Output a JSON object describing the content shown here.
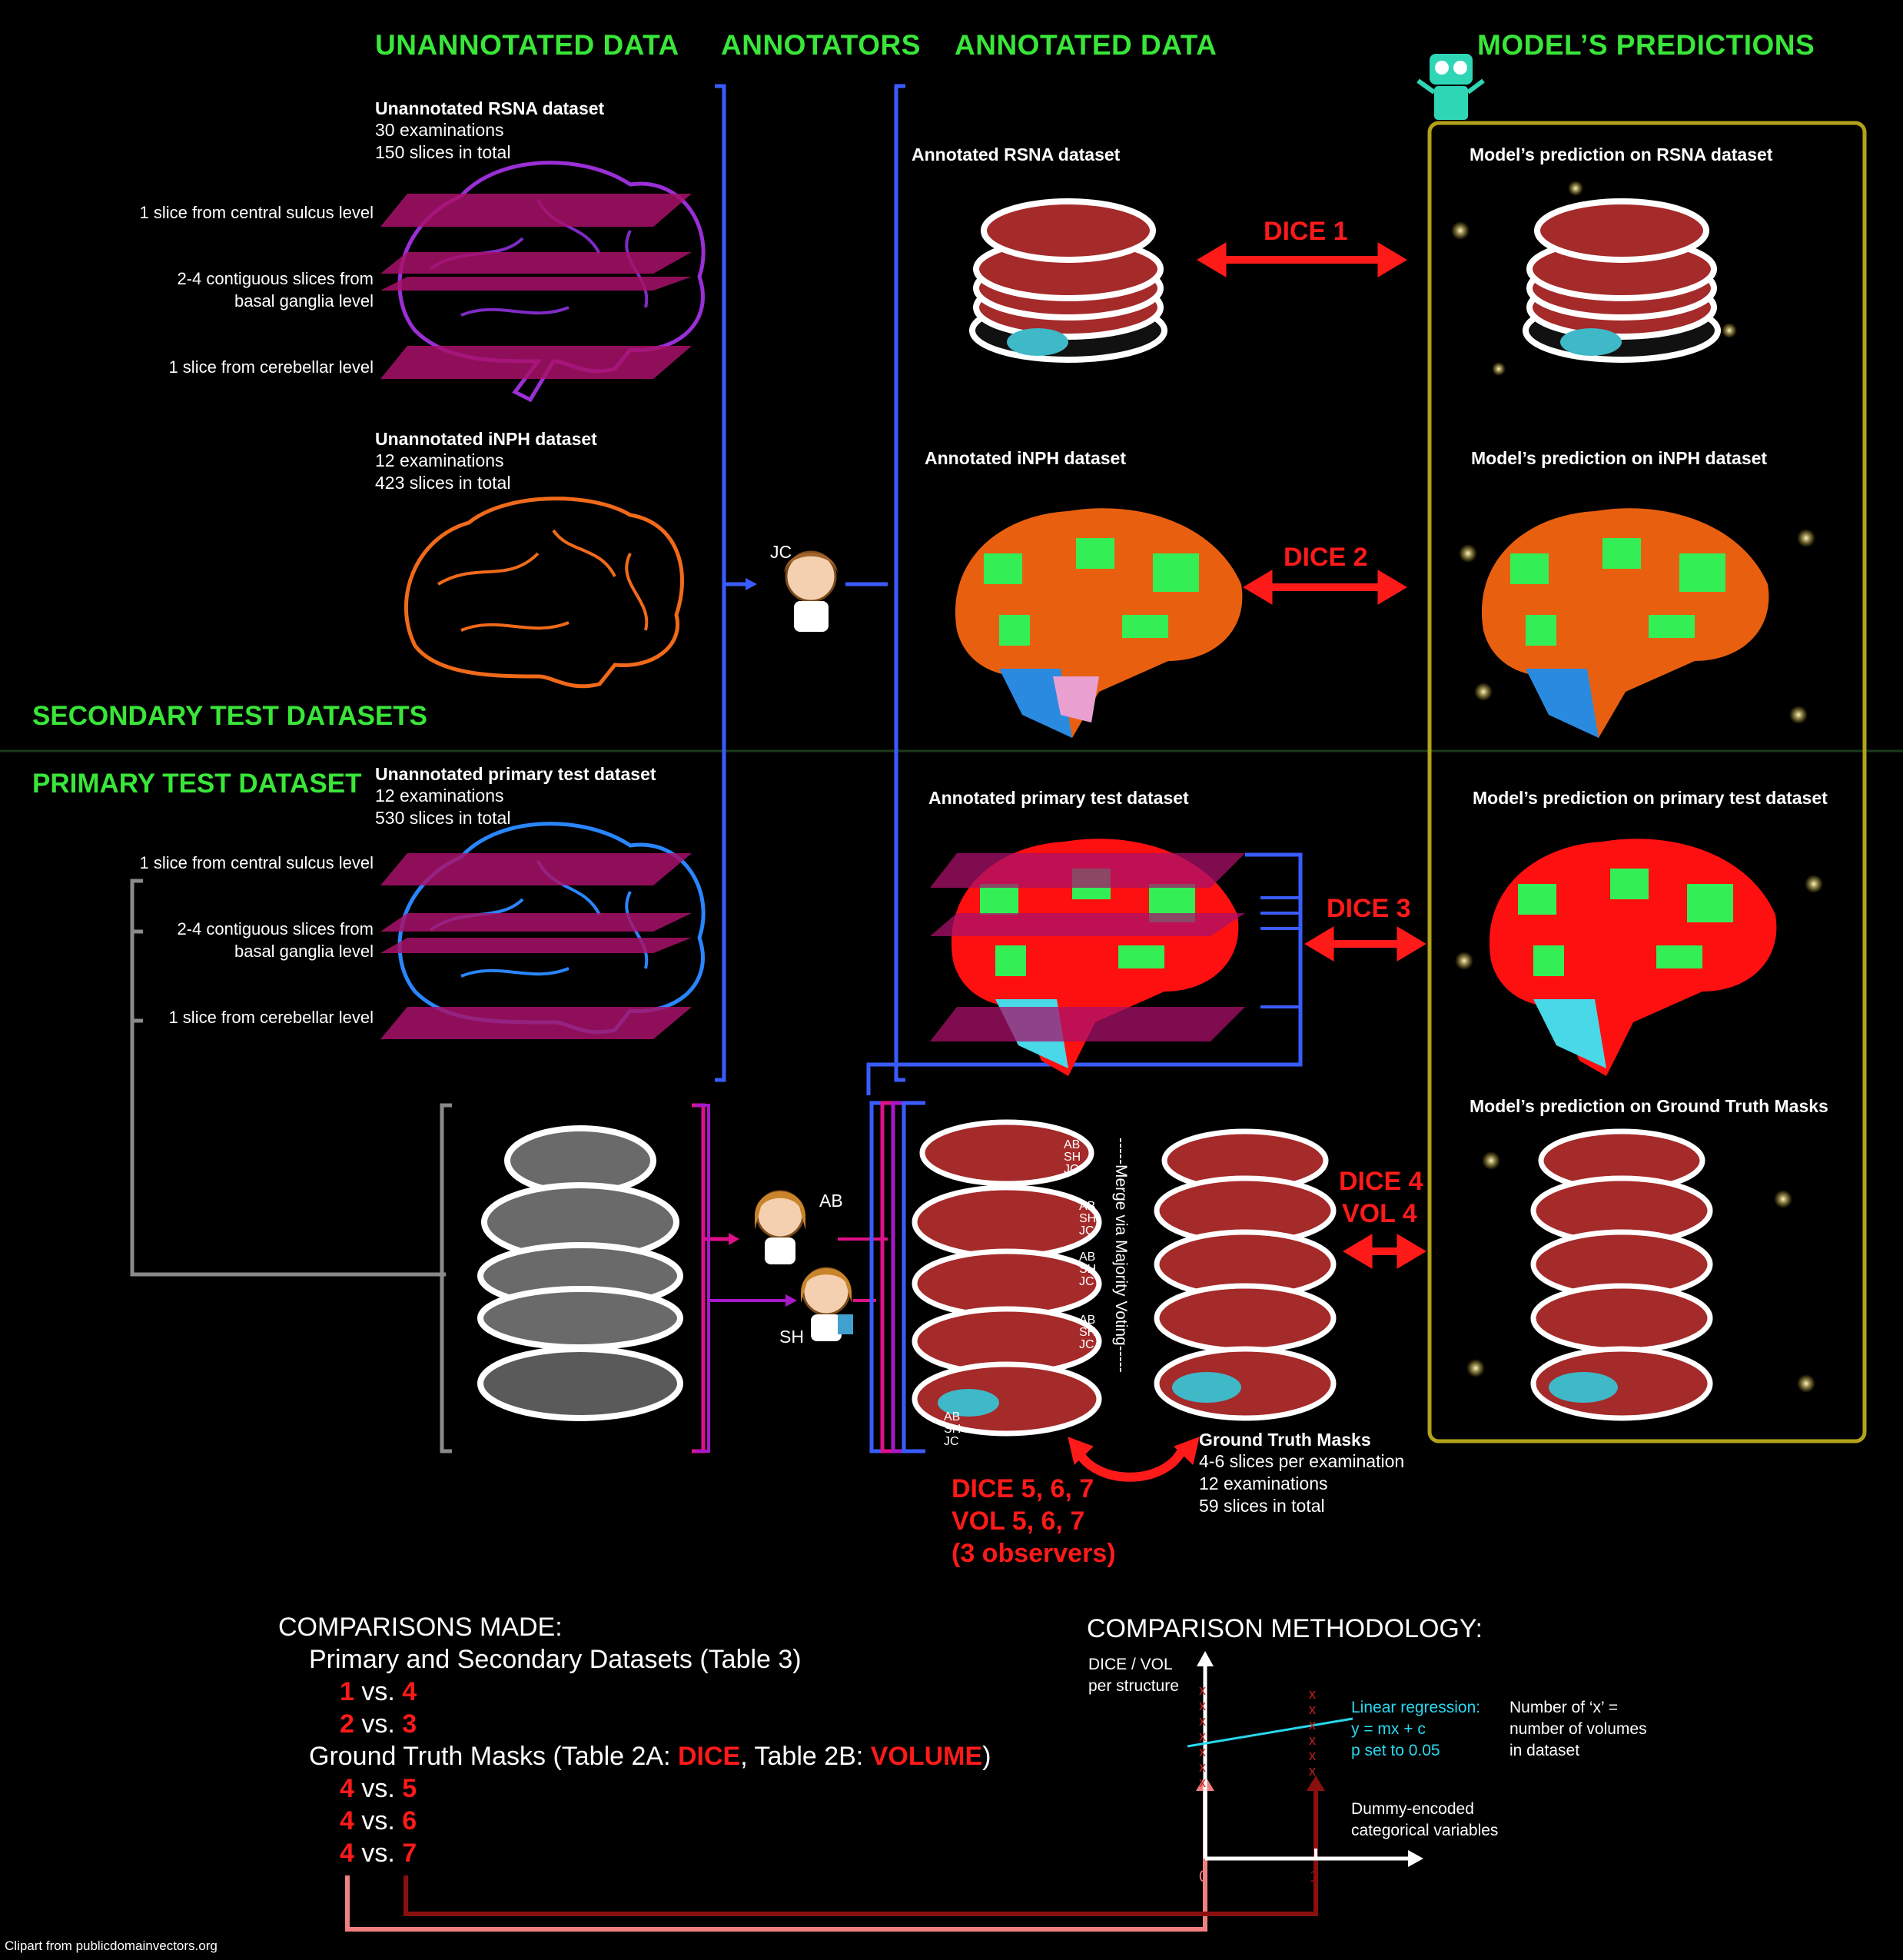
{
  "headers": {
    "unannotated": "UNANNOTATED DATA",
    "annotators": "ANNOTATORS",
    "annotated": "ANNOTATED DATA",
    "predictions": "MODEL’S PREDICTIONS"
  },
  "sections": {
    "secondary": "SECONDARY TEST DATASETS",
    "primary": "PRIMARY TEST DATASET"
  },
  "unannotated_rsna": {
    "title": "Unannotated RSNA dataset",
    "line1": "30 examinations",
    "line2": "150 slices in total",
    "slice1": "1 slice from central sulcus level",
    "slice2a": "2-4 contiguous slices from",
    "slice2b": "basal ganglia level",
    "slice3": "1 slice from cerebellar level"
  },
  "unannotated_inph": {
    "title": "Unannotated iNPH dataset",
    "line1": "12 examinations",
    "line2": "423 slices in total"
  },
  "unannotated_primary": {
    "title": "Unannotated primary test dataset",
    "line1": "12 examinations",
    "line2": "530 slices in total",
    "slice1": "1 slice from central sulcus level",
    "slice2a": "2-4 contiguous slices from",
    "slice2b": "basal ganglia level",
    "slice3": "1 slice from cerebellar level"
  },
  "annotators": {
    "jc": "JC",
    "ab": "AB",
    "sh": "SH"
  },
  "annotated": {
    "rsna": "Annotated RSNA dataset",
    "inph": "Annotated iNPH dataset",
    "primary": "Annotated primary test dataset",
    "merge": "-----Merge via Majority Voting-----",
    "stack_labels": [
      "AB",
      "SH",
      "JC"
    ]
  },
  "predictions": {
    "rsna": "Model’s prediction on RSNA dataset",
    "inph": "Model’s prediction on iNPH dataset",
    "primary": "Model’s prediction on primary test dataset",
    "gt": "Model’s prediction on Ground Truth Masks"
  },
  "dice": {
    "d1": "DICE 1",
    "d2": "DICE 2",
    "d3": "DICE 3",
    "d4": "DICE 4",
    "v4": "VOL 4",
    "d567": "DICE 5, 6, 7",
    "v567": "VOL  5, 6, 7",
    "obs": "(3 observers)"
  },
  "ground_truth": {
    "title": "Ground Truth Masks",
    "line1": "4-6 slices per examination",
    "line2": "12 examinations",
    "line3": "59 slices in total"
  },
  "comparisons": {
    "title": "COMPARISONS MADE:",
    "group1": "Primary and Secondary Datasets (Table 3)",
    "group1_rows": [
      {
        "a": "1",
        "vs": "vs.",
        "b": "4"
      },
      {
        "a": "2",
        "vs": "vs.",
        "b": "3"
      }
    ],
    "group2_pre": "Ground Truth Masks (Table 2A: ",
    "group2_dice": "DICE",
    "group2_mid": ", Table 2B: ",
    "group2_vol": "VOLUME",
    "group2_post": ")",
    "group2_rows": [
      {
        "a": "4",
        "vs": "vs.",
        "b": "5"
      },
      {
        "a": "4",
        "vs": "vs.",
        "b": "6"
      },
      {
        "a": "4",
        "vs": "vs.",
        "b": "7"
      }
    ]
  },
  "methodology": {
    "title": "COMPARISON METHODOLOGY:",
    "ylabel1": "DICE / VOL",
    "ylabel2": "per structure",
    "reg1": "Linear regression:",
    "reg2": "y = mx + c",
    "reg3": "p set to 0.05",
    "note1": "Number of ‘x’ =",
    "note2": "number of volumes",
    "note3": "in dataset",
    "xlabel1": "Dummy-encoded",
    "xlabel2": "categorical variables",
    "tick0": "0",
    "tick1": "1"
  },
  "credit": "Clipart from publicdomainvectors.org",
  "colors": {
    "green": "#39e639",
    "red": "#ff1a1a",
    "blue": "#3a5cff",
    "magenta_slice": "#b0106a",
    "olive_box": "#b3a21a"
  }
}
